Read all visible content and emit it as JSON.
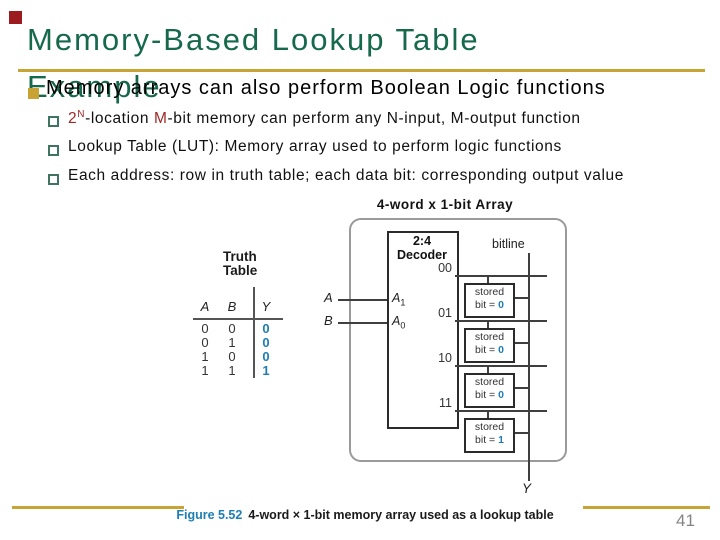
{
  "colors": {
    "title_green": "#17694C",
    "gold": "#C7A433",
    "dark_red": "#9E2825",
    "value_blue": "#1D7EB2",
    "page_gray": "#848484"
  },
  "title": {
    "line1": "Memory-Based Lookup Table",
    "line2": "Example"
  },
  "bullets": {
    "main": "Memory arrays can also perform Boolean Logic functions",
    "sub1": {
      "t1": "2",
      "sup": "N",
      "t2": "-location ",
      "t3": "M",
      "t4": "-bit memory can perform any N-input, M-output function"
    },
    "sub2": "Lookup Table (LUT): Memory array used to perform logic functions",
    "sub3": "Each address: row in truth table; each data bit: corresponding output value"
  },
  "figure": {
    "array_title": "4-word x 1-bit Array",
    "truth_table": {
      "title1": "Truth",
      "title2": "Table",
      "col_a": "A",
      "col_b": "B",
      "col_y": "Y",
      "rows": [
        [
          "0",
          "0",
          "0"
        ],
        [
          "0",
          "1",
          "0"
        ],
        [
          "1",
          "0",
          "0"
        ],
        [
          "1",
          "1",
          "1"
        ]
      ]
    },
    "decoder": {
      "line1": "2:4",
      "line2": "Decoder",
      "input_a": "A",
      "input_b": "B",
      "port_a": "A",
      "port_a_sub": "1",
      "port_b": "A",
      "port_b_sub": "0",
      "out0": "00",
      "out1": "01",
      "out2": "10",
      "out3": "11"
    },
    "bitline_label": "bitline",
    "stored": {
      "word": "stored",
      "bit_prefix": "bit = ",
      "values": [
        "0",
        "0",
        "0",
        "1"
      ]
    },
    "output_label": "Y",
    "caption": {
      "figure_label": "Figure 5.52",
      "text": "4-word × 1-bit memory array used as a lookup table"
    }
  },
  "footer": {
    "page_number": "41"
  }
}
